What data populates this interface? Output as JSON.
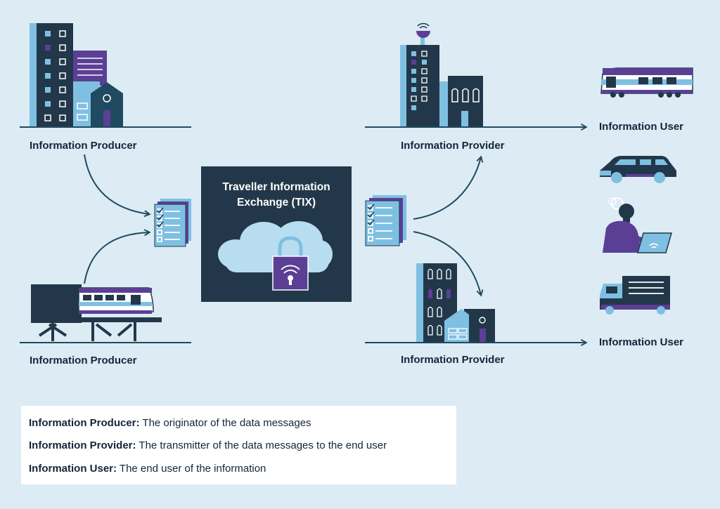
{
  "labels": {
    "producer_top": "Information Producer",
    "producer_bottom": "Information Producer",
    "provider_top": "Information Provider",
    "provider_bottom": "Information Provider",
    "user_top": "Information User",
    "user_bottom": "Information User"
  },
  "tix": {
    "title_line1": "Traveller Information",
    "title_line2": "Exchange (TIX)"
  },
  "legend": [
    {
      "term": "Information Producer:",
      "definition": "The originator of the data messages"
    },
    {
      "term": "Information Provider:",
      "definition": "The transmitter of the data messages to the end user"
    },
    {
      "term": "Information User:",
      "definition": "The end user of the information"
    }
  ],
  "colors": {
    "navy": "#1f4a60",
    "dark": "#22384a",
    "light_blue": "#7fc0e2",
    "purple": "#5b3f95",
    "background": "#dcebf4"
  }
}
